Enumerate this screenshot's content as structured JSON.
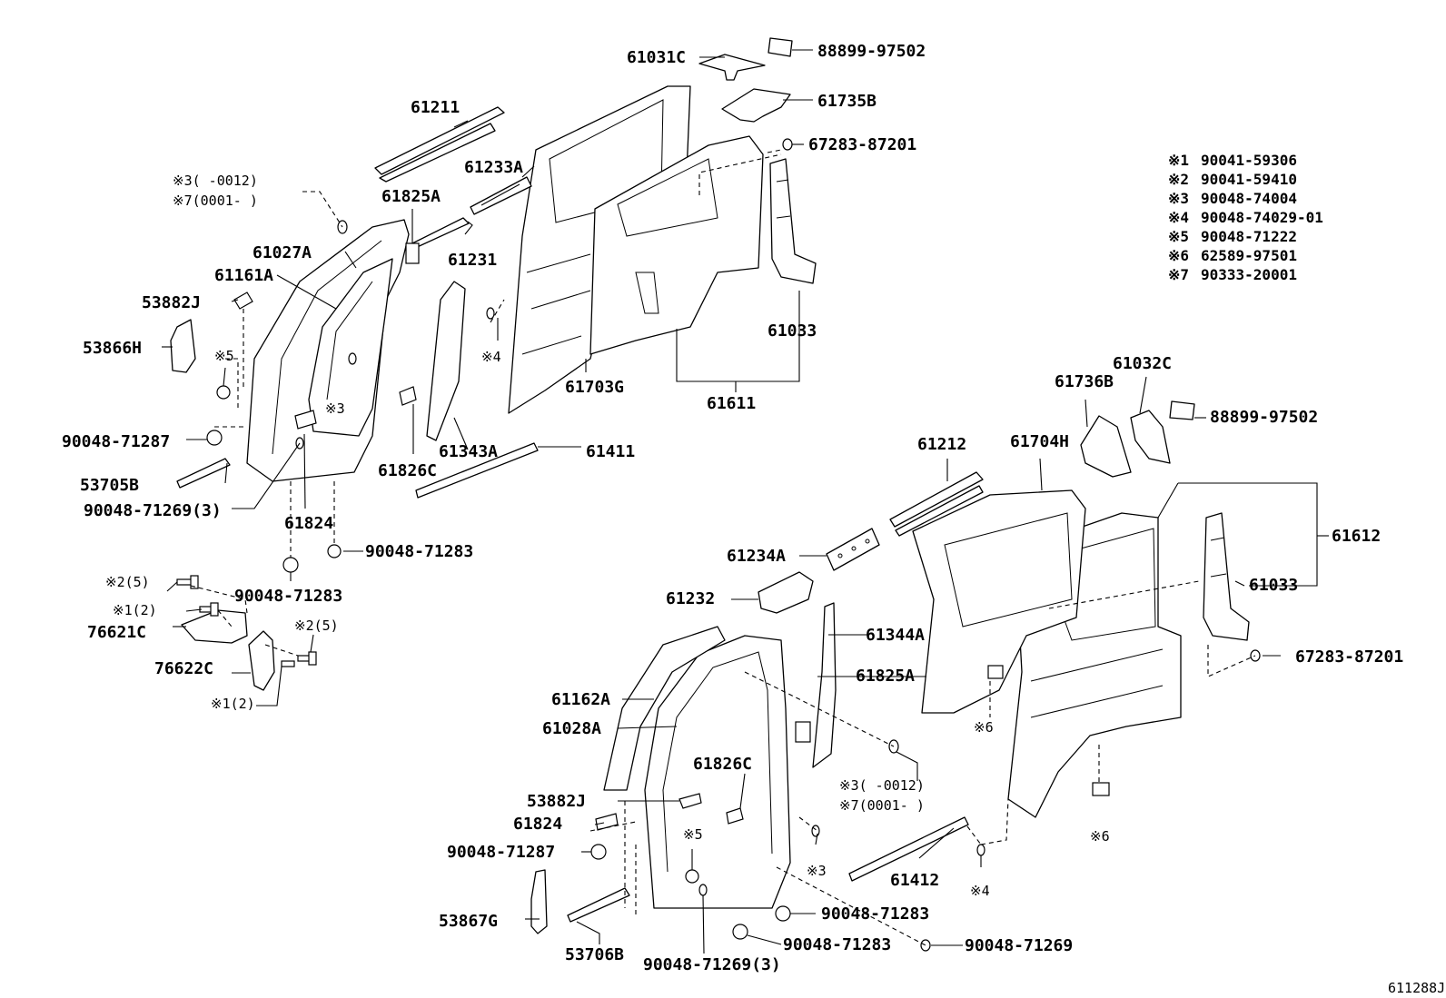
{
  "diagram": {
    "drawing_number": "611288J",
    "legend": [
      {
        "mark": "※1",
        "part": "90041-59306"
      },
      {
        "mark": "※2",
        "part": "90041-59410"
      },
      {
        "mark": "※3",
        "part": "90048-74004"
      },
      {
        "mark": "※4",
        "part": "90048-74029-01"
      },
      {
        "mark": "※5",
        "part": "90048-71222"
      },
      {
        "mark": "※6",
        "part": "62589-97501"
      },
      {
        "mark": "※7",
        "part": "90333-20001"
      }
    ],
    "labels": {
      "p61031C": "61031C",
      "p88899_97502_a": "88899-97502",
      "p61735B": "61735B",
      "p67283_87201_a": "67283-87201",
      "p61211": "61211",
      "p61233A": "61233A",
      "p61825A_a": "61825A",
      "note3_range_a": "※3(     -0012)",
      "note7_range_a": "※7(0001-     )",
      "p61027A": "61027A",
      "p61161A": "61161A",
      "p61231": "61231",
      "p53882J_a": "53882J",
      "p53866H": "53866H",
      "mark5_a": "※5",
      "mark3_a": "※3",
      "mark4_a": "※4",
      "p61703G": "61703G",
      "p61611": "61611",
      "p61033_a": "61033",
      "p90048_71287_a": "90048-71287",
      "p61343A": "61343A",
      "p61411": "61411",
      "p53705B": "53705B",
      "p61826C_a": "61826C",
      "p90048_71269_3_a": "90048-71269(3)",
      "p61824_a": "61824",
      "p90048_71283_a": "90048-71283",
      "p90048_71283_b": "90048-71283",
      "mark2x5_a": "※2(5)",
      "mark1x2_a": "※1(2)",
      "p76621C": "76621C",
      "mark2x5_b": "※2(5)",
      "p76622C": "76622C",
      "mark1x2_b": "※1(2)",
      "p61736B": "61736B",
      "p61032C": "61032C",
      "p88899_97502_b": "88899-97502",
      "p61212": "61212",
      "p61704H": "61704H",
      "p61612": "61612",
      "p61234A": "61234A",
      "p61232": "61232",
      "p61033_b": "61033",
      "p61344A": "61344A",
      "p67283_87201_b": "67283-87201",
      "p61825A_b": "61825A",
      "mark6_a": "※6",
      "p61162A": "61162A",
      "p61028A": "61028A",
      "p61826C_b": "61826C",
      "note3_range_b": "※3(     -0012)",
      "note7_range_b": "※7(0001-     )",
      "p53882J_b": "53882J",
      "p61824_b": "61824",
      "p90048_71287_b": "90048-71287",
      "mark5_b": "※5",
      "mark3_b": "※3",
      "p61412": "61412",
      "mark4_b": "※4",
      "mark6_b": "※6",
      "p53867G": "53867G",
      "p90048_71283_c": "90048-71283",
      "p90048_71283_d": "90048-71283",
      "p53706B": "53706B",
      "p90048_71269_3_b": "90048-71269(3)",
      "p90048_71269": "90048-71269"
    }
  }
}
